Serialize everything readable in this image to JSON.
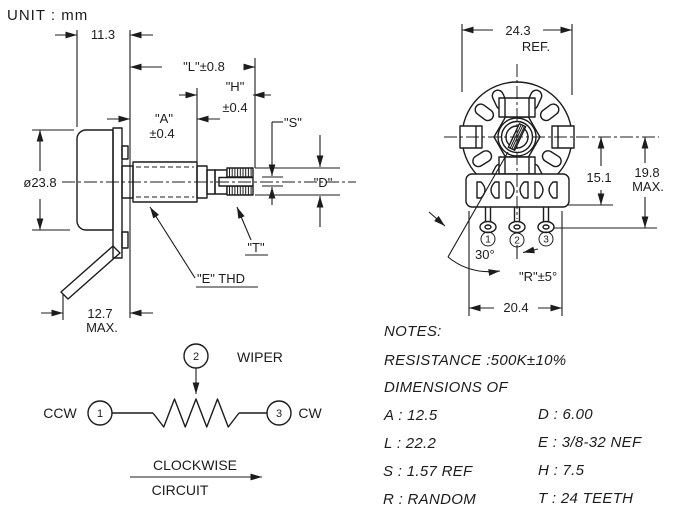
{
  "unit_label": "UNIT : mm",
  "side_view": {
    "dim_depth": "11.3",
    "dim_length": "\"L\"±0.8",
    "dim_h": "\"H\"",
    "dim_h_tol": "±0.4",
    "dim_a": "\"A\"",
    "dim_a_tol": "±0.4",
    "dim_s": "\"S\"",
    "dim_d": "\"D\"",
    "dim_t": "\"T\"",
    "dim_e_thread": "\"E\" THD",
    "dim_body_dia": "ø23.8",
    "dim_bracket": "12.7",
    "dim_bracket_suffix": "MAX."
  },
  "front_view": {
    "dim_width": "24.3",
    "dim_width_suffix": "REF.",
    "dim_center_to_block": "15.1",
    "dim_overall": "19.8",
    "dim_overall_suffix": "MAX.",
    "angle": "30°",
    "dim_rotation": "\"R\"±5°",
    "dim_pin_span": "20.4",
    "pin1": "1",
    "pin2": "2",
    "pin3": "3"
  },
  "circuit": {
    "terminal1": "1",
    "terminal2": "2",
    "terminal3": "3",
    "ccw": "CCW",
    "cw": "CW",
    "wiper": "WIPER",
    "caption_line1": "CLOCKWISE",
    "caption_line2": "CIRCUIT"
  },
  "notes": {
    "title": "NOTES:",
    "resistance": "RESISTANCE :500K±10%",
    "dimensions_heading": "DIMENSIONS OF",
    "a": "A :  12.5",
    "d": "D : 6.00",
    "l": "L :  22.2",
    "e": "E : 3/8-32 NEF",
    "s": "S : 1.57 REF",
    "h": "H : 7.5",
    "r": "R : RANDOM",
    "t": "T : 24 TEETH"
  },
  "colors": {
    "ink": "#1c1c1c",
    "paper": "#ffffff"
  }
}
